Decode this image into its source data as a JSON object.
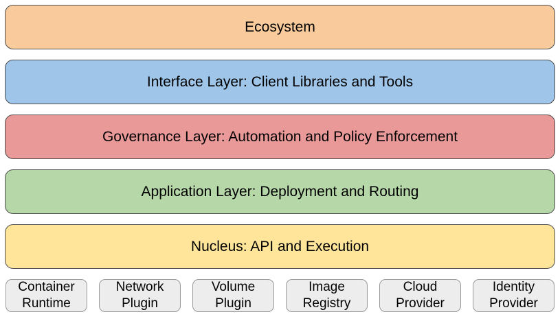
{
  "diagram": {
    "layers": [
      {
        "id": "ecosystem",
        "label": "Ecosystem",
        "fill": "#F9CB9C"
      },
      {
        "id": "interface",
        "label": "Interface Layer: Client Libraries and Tools",
        "fill": "#9FC5E8"
      },
      {
        "id": "governance",
        "label": "Governance Layer: Automation and Policy Enforcement",
        "fill": "#EA9999"
      },
      {
        "id": "application",
        "label": "Application Layer: Deployment and Routing",
        "fill": "#B6D7A8"
      },
      {
        "id": "nucleus",
        "label": "Nucleus: API and Execution",
        "fill": "#FFE599"
      }
    ],
    "components": [
      {
        "label": "Container Runtime"
      },
      {
        "label": "Network Plugin"
      },
      {
        "label": "Volume Plugin"
      },
      {
        "label": "Image Registry"
      },
      {
        "label": "Cloud Provider"
      },
      {
        "label": "Identity Provider"
      }
    ],
    "colors": {
      "layer_border": "#4D4D4D",
      "component_fill": "#EDEDED",
      "component_border": "#999999",
      "text": "#000000",
      "background": "#FFFFFF"
    }
  }
}
